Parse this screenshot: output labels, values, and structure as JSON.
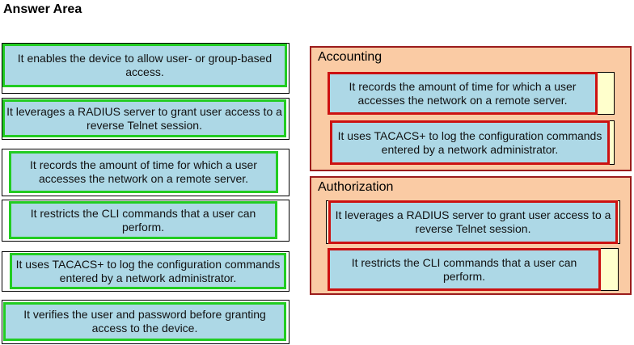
{
  "title": "Answer Area",
  "colors": {
    "token_fill": "#ADD8E6",
    "source_border": "#22CC22",
    "dropped_border": "#CC1111",
    "target_fill": "#FACBA4",
    "target_border": "#9B1C1C",
    "slot_fill": "#FFFFCC",
    "text": "#111111"
  },
  "source_tokens": [
    {
      "text": "It enables the device to allow user- or group-based access."
    },
    {
      "text": "It leverages a RADIUS server to grant user access to a reverse Telnet session."
    },
    {
      "text": "It records the amount of time for which a user accesses the network on a remote server."
    },
    {
      "text": "It restricts the CLI commands that a user can perform."
    },
    {
      "text": "It uses TACACS+ to log the configuration commands entered by a network administrator."
    },
    {
      "text": "It verifies the user and password before granting access to the device."
    }
  ],
  "targets": [
    {
      "label": "Accounting",
      "slots": [
        {
          "text": "It records the amount of time for which a user accesses the network on a remote server."
        },
        {
          "text": "It uses TACACS+ to log the configuration commands entered by a network administrator."
        }
      ]
    },
    {
      "label": "Authorization",
      "slots": [
        {
          "text": "It leverages a RADIUS server to grant user access to a reverse Telnet session."
        },
        {
          "text": "It restricts the CLI commands that a user can perform."
        }
      ]
    }
  ]
}
